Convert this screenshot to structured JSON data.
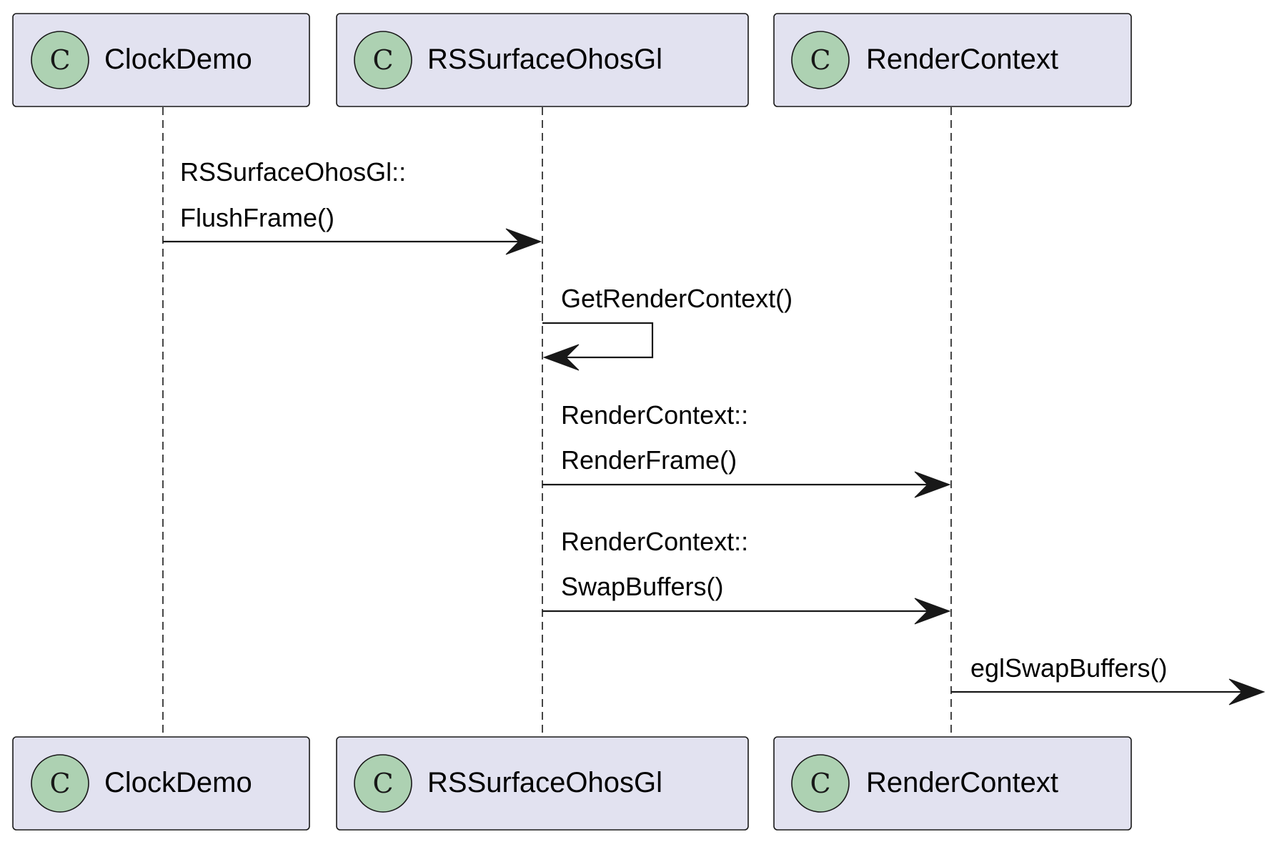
{
  "diagram": {
    "type": "sequence",
    "class_marker": "C",
    "colors": {
      "participant_fill": "#e2e2f0",
      "class_circle_fill": "#add1b2",
      "line": "#181818"
    },
    "participants": [
      {
        "name": "ClockDemo"
      },
      {
        "name": "RSSurfaceOhosGl"
      },
      {
        "name": "RenderContext"
      }
    ],
    "messages": [
      {
        "from": "ClockDemo",
        "to": "RSSurfaceOhosGl",
        "lines": [
          "RSSurfaceOhosGl::",
          "FlushFrame()"
        ]
      },
      {
        "from": "RSSurfaceOhosGl",
        "to": "RSSurfaceOhosGl",
        "lines": [
          "GetRenderContext()"
        ]
      },
      {
        "from": "RSSurfaceOhosGl",
        "to": "RenderContext",
        "lines": [
          "RenderContext::",
          "RenderFrame()"
        ]
      },
      {
        "from": "RSSurfaceOhosGl",
        "to": "RenderContext",
        "lines": [
          "RenderContext::",
          "SwapBuffers()"
        ]
      },
      {
        "from": "RenderContext",
        "to": "",
        "lines": [
          "eglSwapBuffers()"
        ]
      }
    ]
  }
}
